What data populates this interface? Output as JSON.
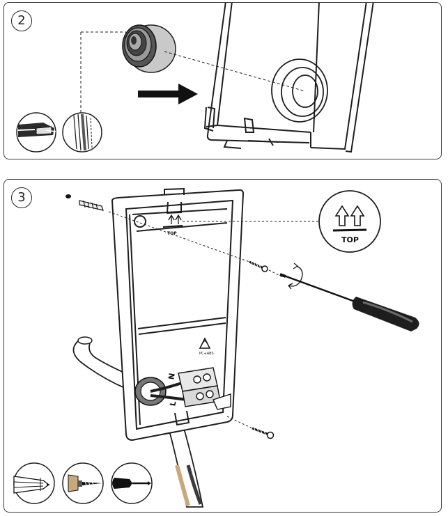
{
  "steps": [
    {
      "number": "2"
    },
    {
      "number": "3"
    }
  ],
  "labels": {
    "top_marking": "TOP",
    "phase_live": "L",
    "phase_neutral": "N",
    "recycle_mark": "PC+ABS"
  },
  "icons": {
    "step2_tools": [
      "utility-knife-icon",
      "grommet-cross-section-icon"
    ],
    "step3_tools": [
      "pencil-icon",
      "drill-bit-icon",
      "screwdriver-icon"
    ]
  },
  "colors": {
    "line": "#1e1e1e",
    "panel_border": "#3a3a3a",
    "tool_fill": "#2b2b2b",
    "cable_tan": "#c9a87c"
  }
}
